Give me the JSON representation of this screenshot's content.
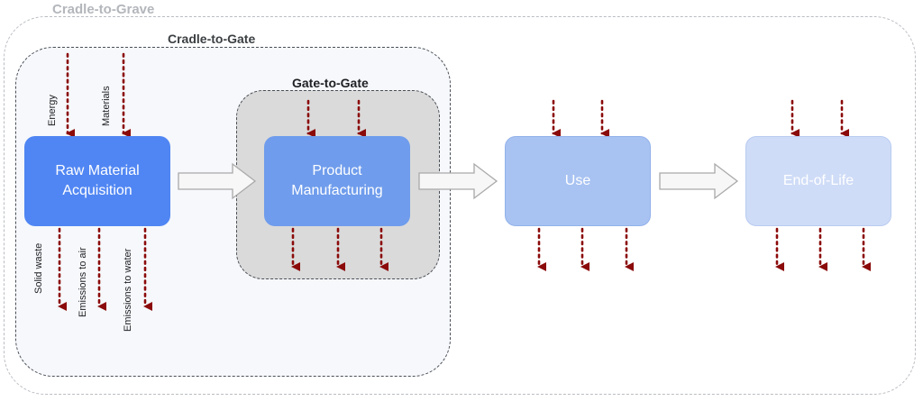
{
  "regions": {
    "cradle_to_grave": "Cradle-to-Grave",
    "cradle_to_gate": "Cradle-to-Gate",
    "gate_to_gate": "Gate-to-Gate"
  },
  "stages": {
    "raw_material": "Raw Material Acquisition",
    "product_manufacturing": "Product Manufacturing",
    "use": "Use",
    "end_of_life": "End-of-Life"
  },
  "inputs": {
    "energy": "Energy",
    "materials": "Materials"
  },
  "outputs": {
    "solid_waste": "Solid waste",
    "emissions_air": "Emissions to air",
    "emissions_water": "Emissions to water"
  },
  "colors": {
    "flow_arrow": "#8b0a0a",
    "raw_material": "#5086f3",
    "product_manufacturing": "#6f9cec",
    "use": "#a8c3f2",
    "end_of_life": "#cfdcf7"
  }
}
